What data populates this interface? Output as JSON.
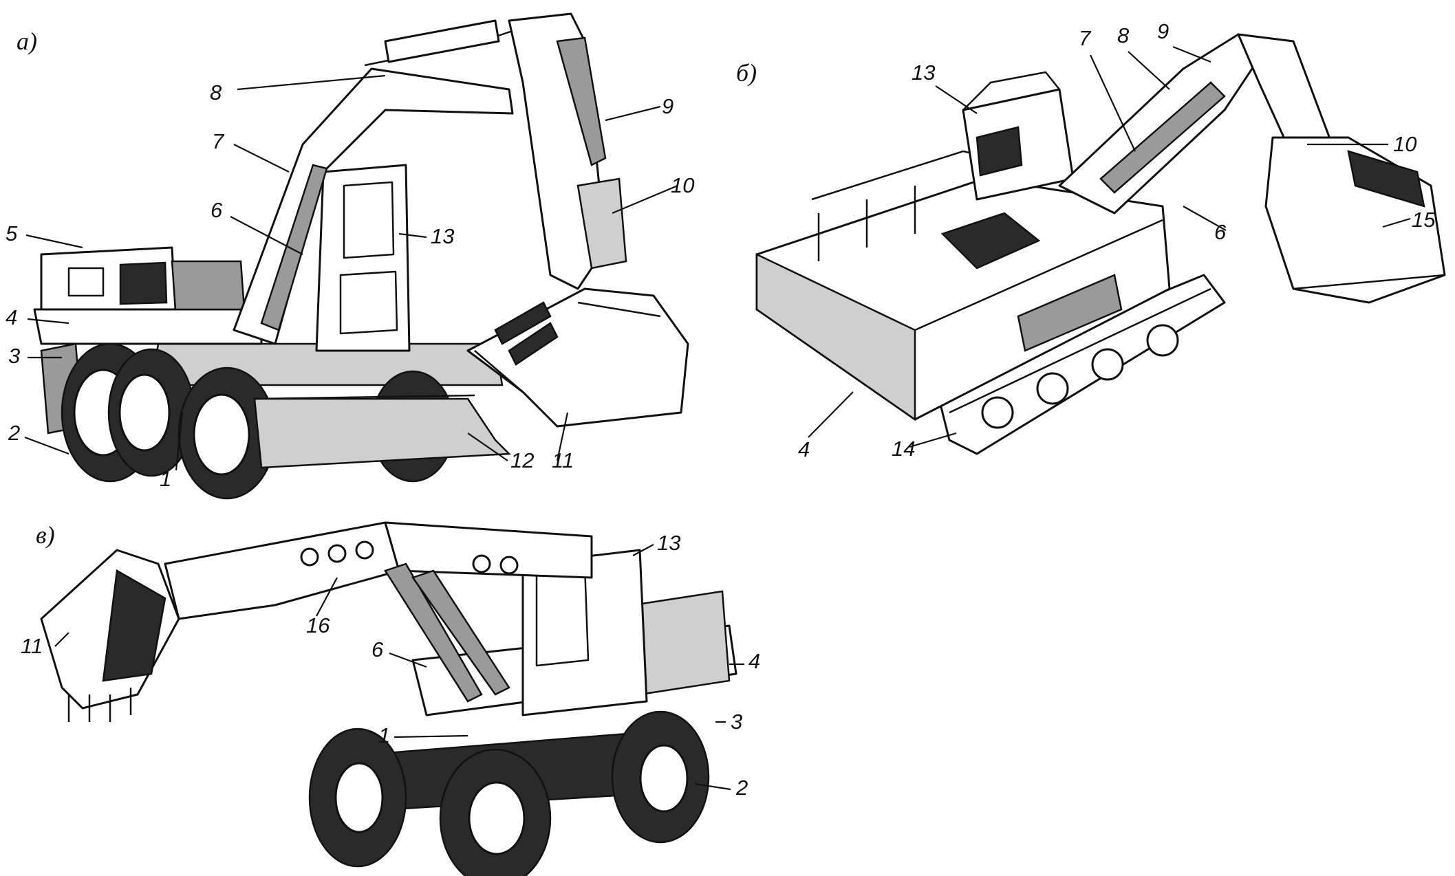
{
  "panels": {
    "a": {
      "letter": "а)",
      "labels": [
        "1",
        "2",
        "3",
        "4",
        "5",
        "6",
        "7",
        "8",
        "9",
        "10",
        "11",
        "12",
        "13"
      ]
    },
    "b": {
      "letter": "б)",
      "labels": [
        "4",
        "6",
        "7",
        "8",
        "9",
        "10",
        "13",
        "14",
        "15"
      ]
    },
    "v": {
      "letter": "в)",
      "labels": [
        "1",
        "2",
        "3",
        "4",
        "6",
        "11",
        "13",
        "16"
      ]
    }
  }
}
